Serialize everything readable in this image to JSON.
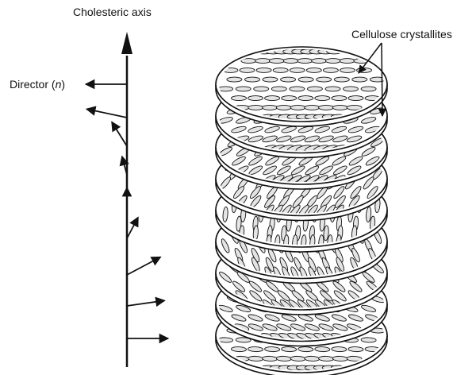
{
  "labels": {
    "cholesteric_axis": "Cholesteric axis",
    "director_prefix": "Director (",
    "director_symbol": "n",
    "director_suffix": ")",
    "cellulose": "Cellulose crystallites"
  },
  "colors": {
    "ink": "#111111",
    "crystallite_fill": "#e4e4e4",
    "disk_fill": "#ffffff"
  },
  "layer_count": 9,
  "director_angles_deg": [
    180,
    168,
    122,
    105,
    90,
    62,
    28,
    8,
    0
  ],
  "crystallite_angles_deg": [
    0,
    15,
    30,
    50,
    85,
    115,
    140,
    162,
    178
  ]
}
